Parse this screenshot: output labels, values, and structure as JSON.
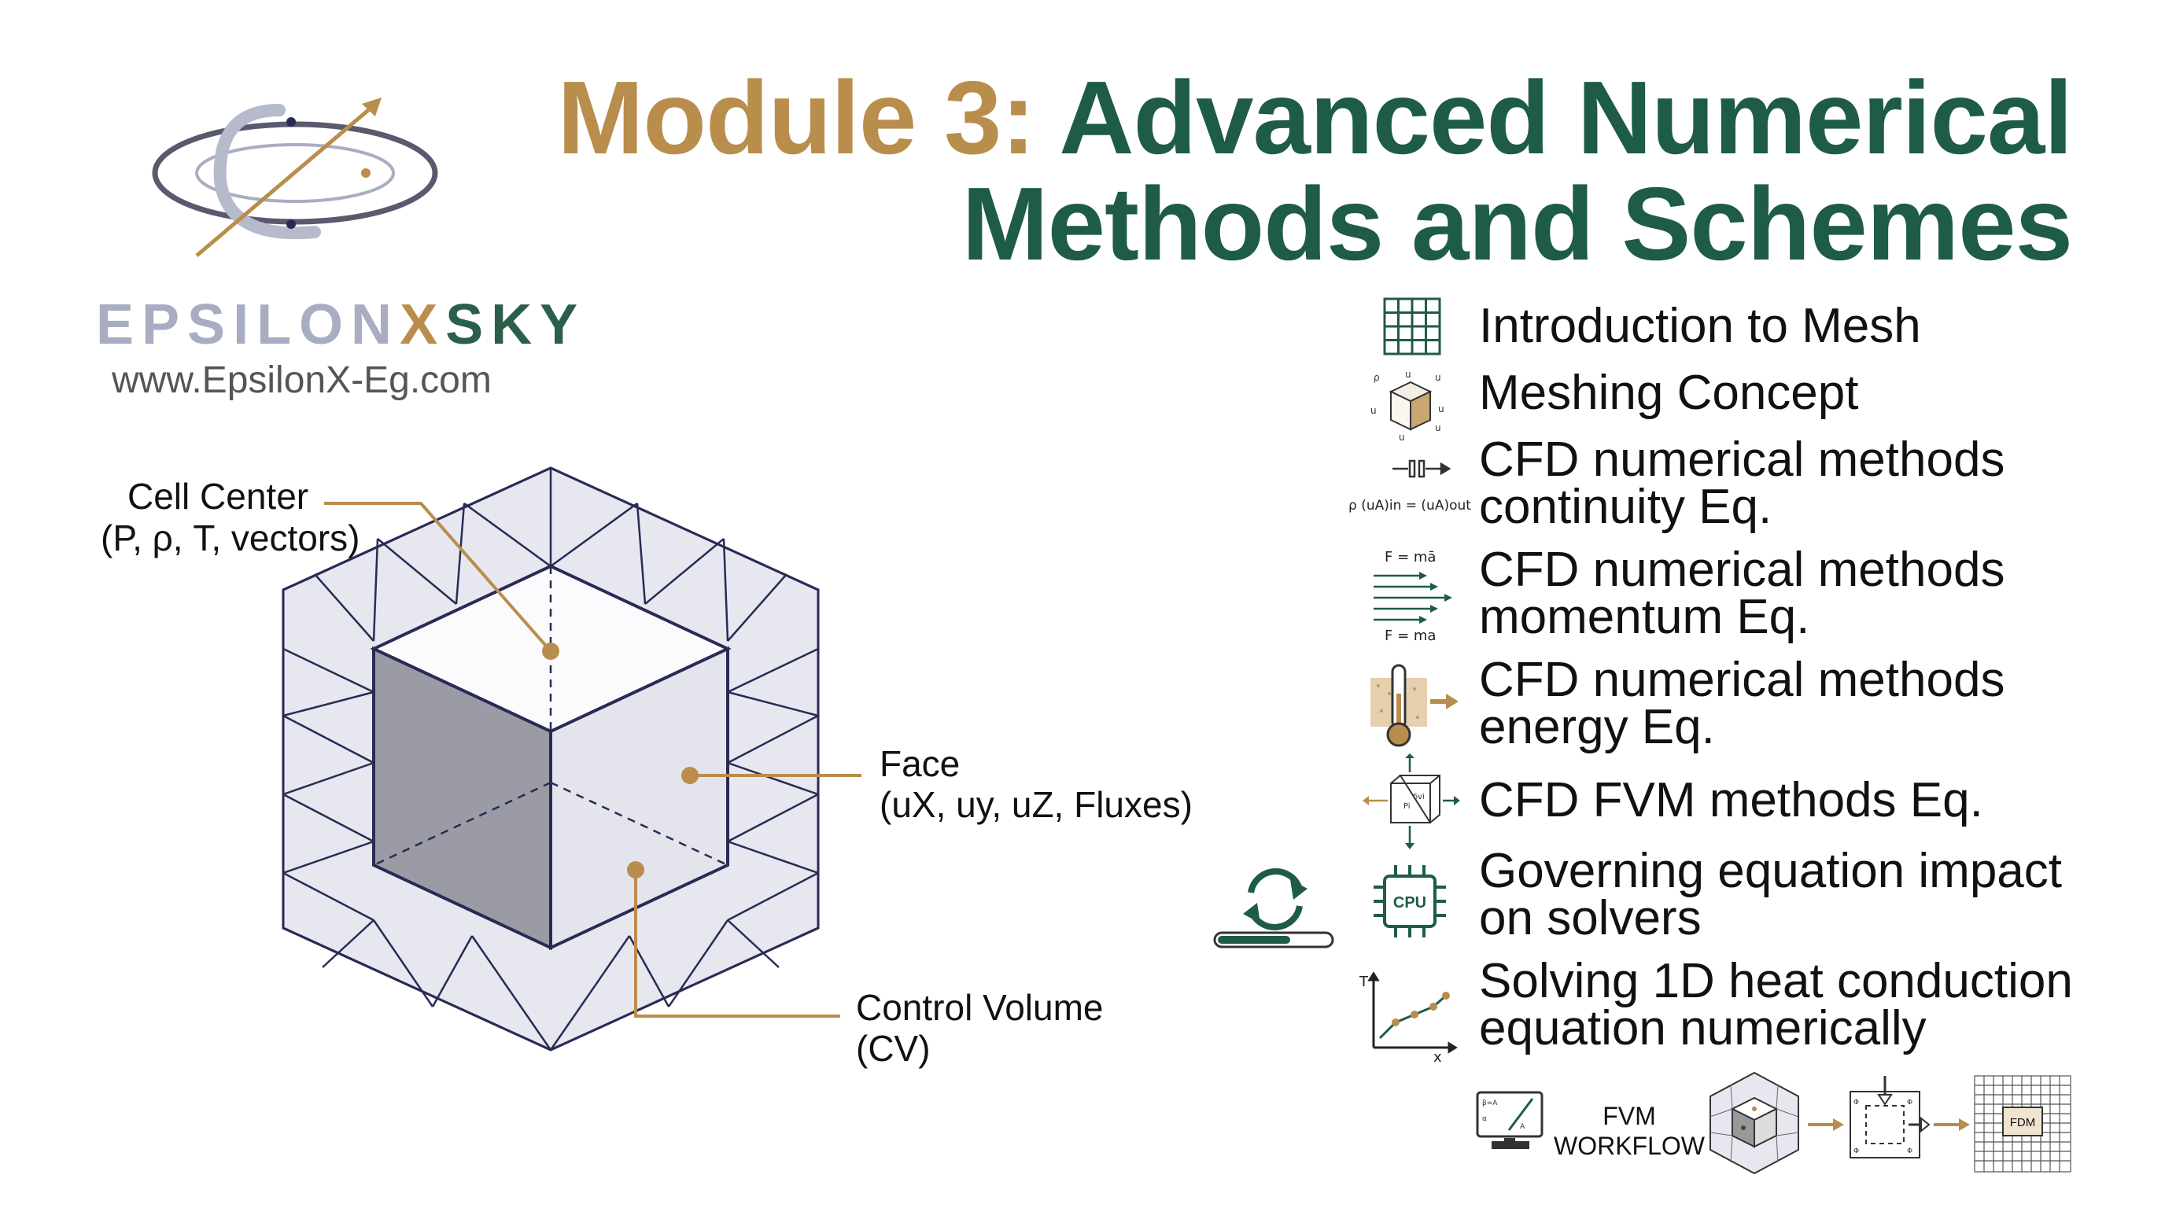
{
  "title": {
    "prefix": "Module 3:",
    "line1_rest": "Advanced Numerical",
    "line2": "Methods and Schemes"
  },
  "brand": {
    "name_part1": "EPSILON",
    "name_part2": "X",
    "name_part3": "SKY",
    "website": "www.EpsilonX-Eg.com"
  },
  "diagram": {
    "cell_center": {
      "line1": "Cell Center",
      "line2": "(P, ρ, T, vectors)"
    },
    "face": {
      "line1": "Face",
      "line2": "(uX, uy, uZ, Fluxes)"
    },
    "control_volume": {
      "line1": "Control Volume",
      "line2": "(CV)"
    }
  },
  "topics": [
    {
      "lines": [
        "Introduction to Mesh"
      ],
      "icon": "grid-icon"
    },
    {
      "lines": [
        "Meshing Concept"
      ],
      "icon": "cube-variables-icon"
    },
    {
      "lines": [
        "CFD numerical methods",
        "continuity Eq."
      ],
      "icon": "continuity-icon",
      "icon_text": "ρ (uA)in = (uA)out"
    },
    {
      "lines": [
        "CFD numerical methods",
        "momentum Eq."
      ],
      "icon": "force-arrows-icon",
      "icon_text_top": "F = mā",
      "icon_text_bottom": "F = ma"
    },
    {
      "lines": [
        "CFD numerical methods",
        "energy Eq."
      ],
      "icon": "thermometer-icon"
    },
    {
      "lines": [
        "CFD FVM methods Eq."
      ],
      "icon": "fvm-cube-icon"
    },
    {
      "lines": [
        "Governing equation impact",
        "on solvers"
      ],
      "icon": "cpu-icon",
      "icon_text": "CPU"
    },
    {
      "lines": [
        "Solving 1D heat conduction",
        "equation numerically"
      ],
      "icon": "plot-icon",
      "icon_text_y": "T",
      "icon_text_x": "x"
    }
  ],
  "workflow": {
    "label_line1": "FVM",
    "label_line2": "WORKFLOW",
    "fdm_label": "FDM"
  },
  "colors": {
    "gold": "#b98d4c",
    "green": "#1f5c45",
    "grey_brand": "#a8adc2",
    "navy": "#2a2a55"
  }
}
